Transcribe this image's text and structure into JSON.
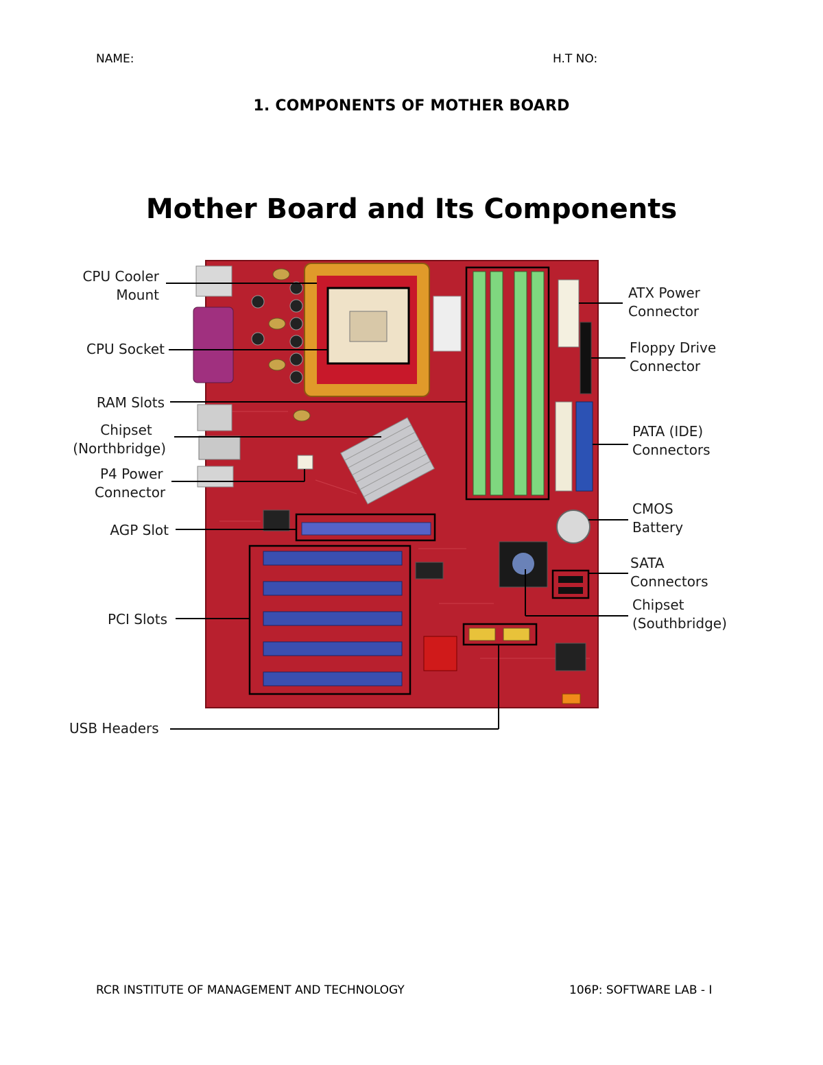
{
  "header": {
    "name_label": "NAME:",
    "htno_label": "H.T NO:"
  },
  "document_title": "1. COMPONENTS OF MOTHER BOARD",
  "figure": {
    "title": "Mother Board and Its Components",
    "labels": {
      "cpu_cooler_mount": [
        "CPU Cooler",
        "Mount"
      ],
      "cpu_socket": [
        "CPU Socket"
      ],
      "ram_slots": [
        "RAM Slots"
      ],
      "chipset_north": [
        "Chipset",
        "(Northbridge)"
      ],
      "p4_power": [
        "P4 Power",
        "Connector"
      ],
      "agp_slot": [
        "AGP Slot"
      ],
      "pci_slots": [
        "PCI Slots"
      ],
      "usb_headers": [
        "USB Headers"
      ],
      "atx_power": [
        "ATX Power",
        "Connector"
      ],
      "floppy": [
        "Floppy Drive",
        "Connector"
      ],
      "pata": [
        "PATA (IDE)",
        "Connectors"
      ],
      "cmos": [
        "CMOS",
        "Battery"
      ],
      "sata": [
        "SATA",
        "Connectors"
      ],
      "chipset_south": [
        "Chipset",
        "(Southbridge)"
      ]
    },
    "colors": {
      "pcb": "#b8202e",
      "ram_slot": "#7fd77f",
      "pci_slot": "#3a4fb0",
      "cpu_bracket": "#e09a2a",
      "heatsink": "#c8c8cc"
    }
  },
  "footer": {
    "left": "RCR INSTITUTE OF MANAGEMENT AND TECHNOLOGY",
    "right": "106P: SOFTWARE LAB - I"
  }
}
